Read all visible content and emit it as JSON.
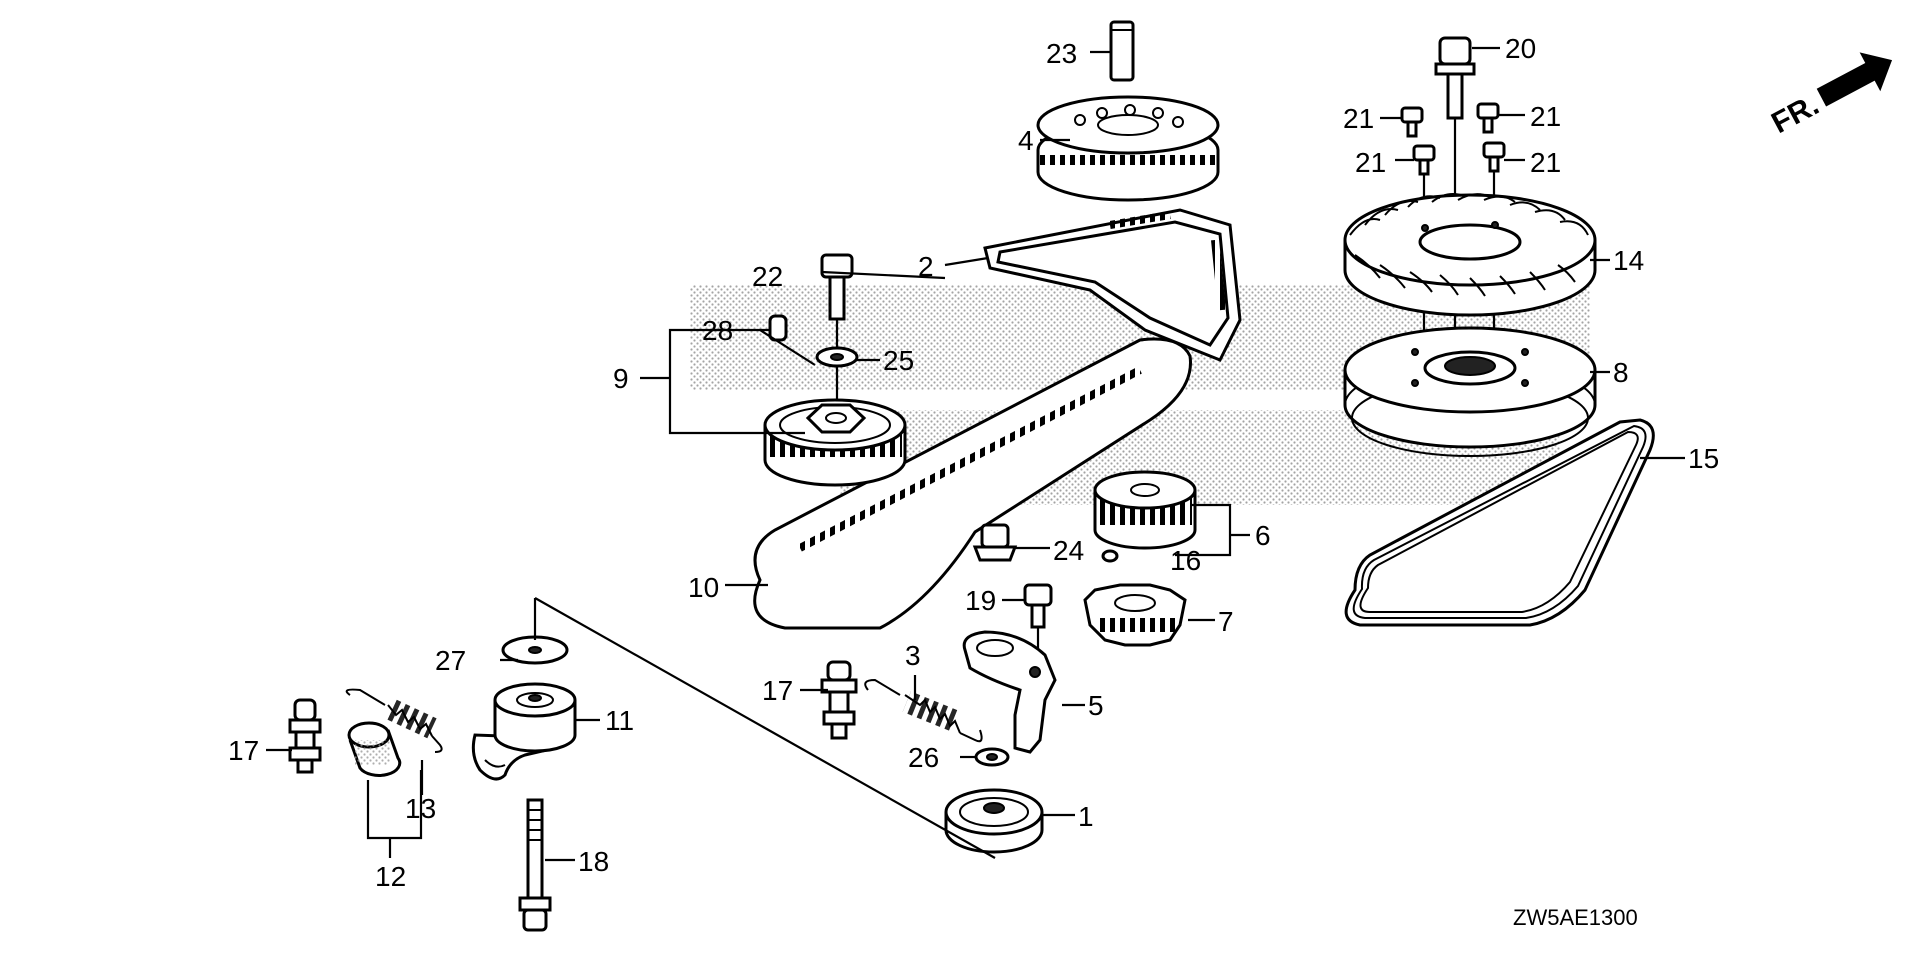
{
  "diagram": {
    "code": "ZW5AE1300",
    "direction_label": "FR.",
    "callouts": [
      "1",
      "2",
      "3",
      "4",
      "5",
      "6",
      "7",
      "8",
      "9",
      "10",
      "11",
      "12",
      "13",
      "14",
      "15",
      "16",
      "17",
      "17",
      "18",
      "19",
      "20",
      "21",
      "21",
      "21",
      "21",
      "22",
      "23",
      "24",
      "25",
      "26",
      "27",
      "28"
    ]
  },
  "colors": {
    "line": "#000000",
    "background": "#ffffff",
    "watermark": "#9a9a9a"
  },
  "icons": {
    "direction": "arrow-icon"
  }
}
